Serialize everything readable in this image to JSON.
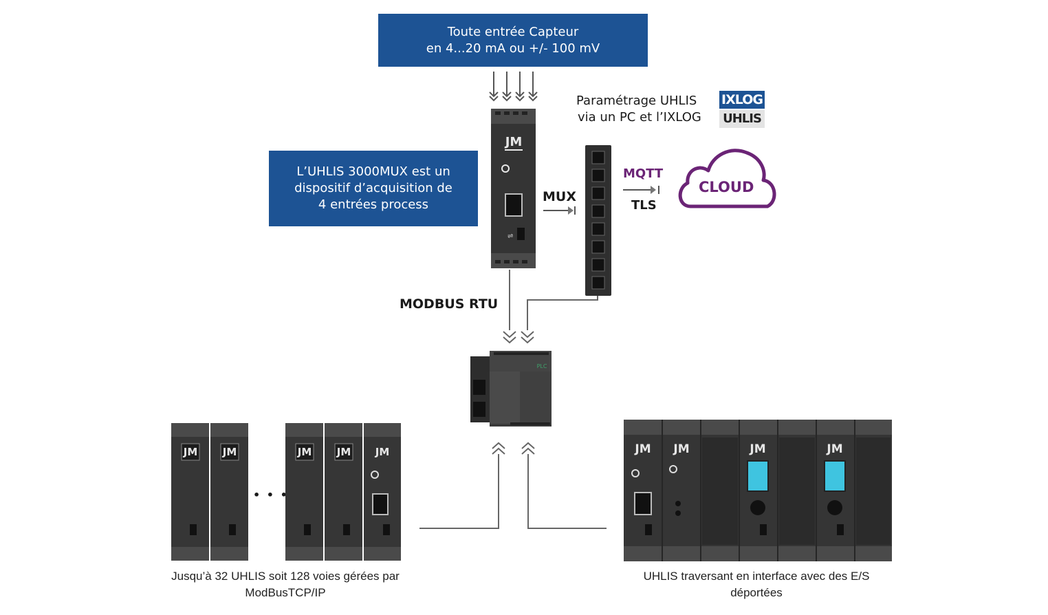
{
  "sensor_box": {
    "line1": "Toute entrée Capteur",
    "line2": "en 4...20 mA ou +/- 100 mV"
  },
  "description_box": {
    "line1": "L’UHLIS 3000MUX est un",
    "line2": "dispositif d’acquisition de",
    "line3": "4 entrées process"
  },
  "config": {
    "line1": "Paramétrage UHLIS",
    "line2": "via un PC et l’IXLOG",
    "badge_top": "IXLOG",
    "badge_bottom": "UHLIS"
  },
  "labels": {
    "mux": "MUX",
    "mqtt": "MQTT",
    "tls": "TLS",
    "modbus": "MODBUS RTU",
    "cloud": "CLOUD",
    "plc": "PLC",
    "ellipsis": "• • •",
    "module_logo": "JM"
  },
  "captions": {
    "left_line1": "Jusqu’à 32 UHLIS soit 128 voies gérées par",
    "left_line2": "ModBusTCP/IP",
    "right_line1": "UHLIS traversant en interface avec des E/S",
    "right_line2": "déportées"
  },
  "colors": {
    "brand_blue": "#1d5394",
    "cloud_purple": "#6b2476",
    "device_dark": "#333333",
    "display_cyan": "#3fc4e0"
  }
}
